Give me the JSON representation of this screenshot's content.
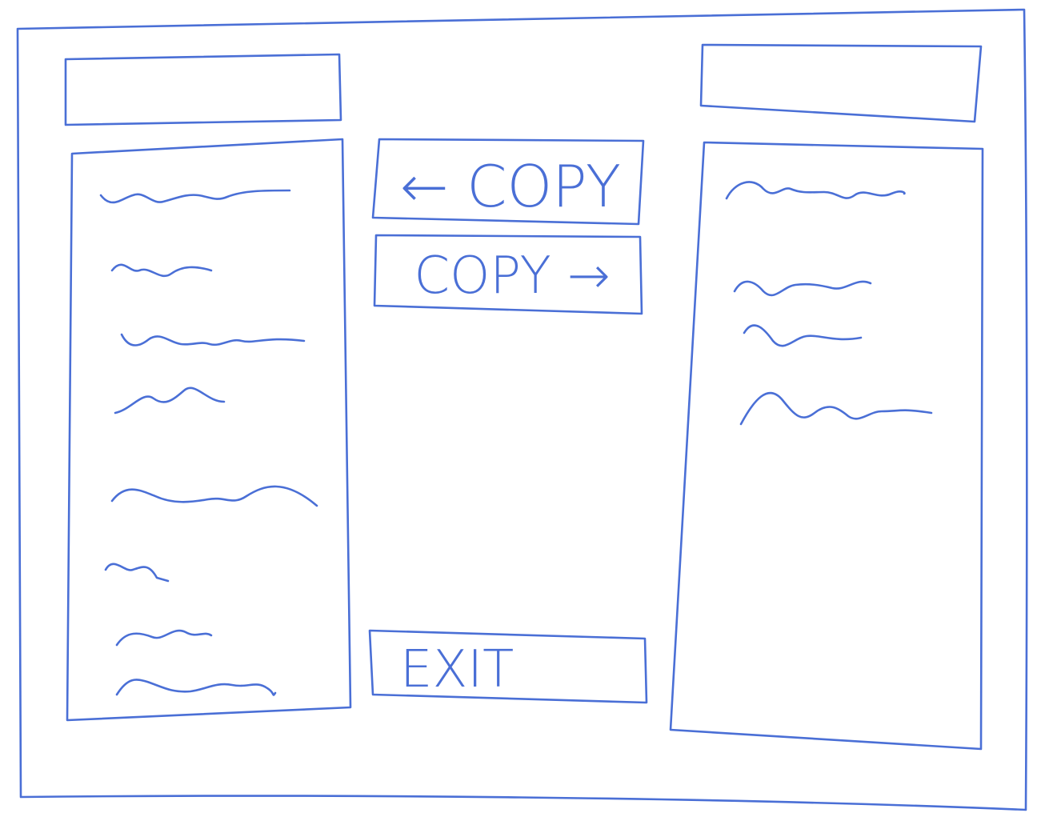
{
  "colors": {
    "ink": "#4a6fd6",
    "paper": "#ffffff"
  },
  "buttons": {
    "copy_left": {
      "label": "← COPY",
      "icon": "arrow-left-icon"
    },
    "copy_right": {
      "label": "COPY →",
      "icon": "arrow-right-icon"
    },
    "exit": {
      "label": "EXIT"
    }
  },
  "left_list": {
    "item_count": 8
  },
  "right_list": {
    "item_count": 4
  }
}
